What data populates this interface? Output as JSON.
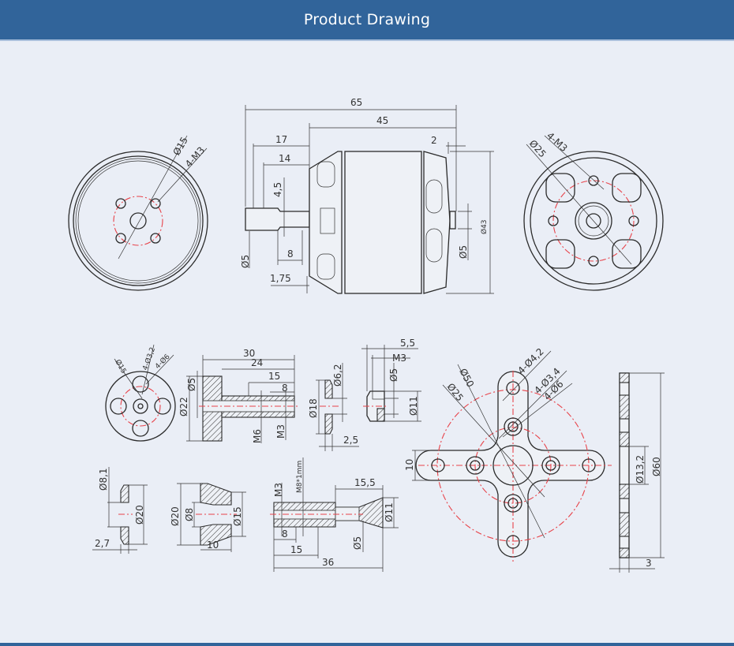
{
  "header": {
    "title": "Product Drawing"
  },
  "colors": {
    "header": "#31649a",
    "background": "#eaeef6",
    "centerline": "#e8434a"
  },
  "front_view": {
    "d_bolt_circle": "Ø15",
    "holes": "4-M3"
  },
  "side_view": {
    "overall": "65",
    "body": "45",
    "shaft_17": "17",
    "shaft_14": "14",
    "flat_depth": "4,5",
    "flat_len": "8",
    "gap": "1,75",
    "shaft_d": "Ø5",
    "rear_2": "2",
    "rear_shaft_d": "Ø5",
    "body_d": "Ø43"
  },
  "rear_view": {
    "d_bolt_circle": "Ø25",
    "holes": "4-M3"
  },
  "prop_adapter_front": {
    "d15": "Ø15",
    "holes_32": "4-Ø3,2",
    "holes_6": "4-Ø6"
  },
  "prop_adapter_side": {
    "l30": "30",
    "l24": "24",
    "l15": "15",
    "l8": "8",
    "d22": "Ø22",
    "d5": "Ø5",
    "m6": "M6",
    "m3": "M3"
  },
  "washer": {
    "d18": "Ø18",
    "d62": "Ø6,2",
    "t25": "2,5"
  },
  "nut": {
    "w55": "5,5",
    "m3": "M3",
    "d5": "Ø5",
    "d11": "Ø11"
  },
  "small_washer": {
    "d81": "Ø8,1",
    "d20": "Ø20",
    "t27": "2,7"
  },
  "cone": {
    "d20": "Ø20",
    "d8": "Ø8",
    "d15": "Ø15",
    "l10": "10"
  },
  "collet": {
    "m3": "M3",
    "m8": "M8*1mm",
    "l155": "15,5",
    "d11": "Ø11",
    "l8": "8",
    "d5": "Ø5",
    "l15": "15",
    "l36": "36"
  },
  "cross_mount": {
    "d50": "Ø50",
    "d25": "Ø25",
    "h42": "4-Ø4,2",
    "h34": "4-Ø3,4",
    "h6": "4-Ø6",
    "w10": "10"
  },
  "mount_side": {
    "d132": "Ø13,2",
    "d60": "Ø60",
    "t3": "3"
  }
}
